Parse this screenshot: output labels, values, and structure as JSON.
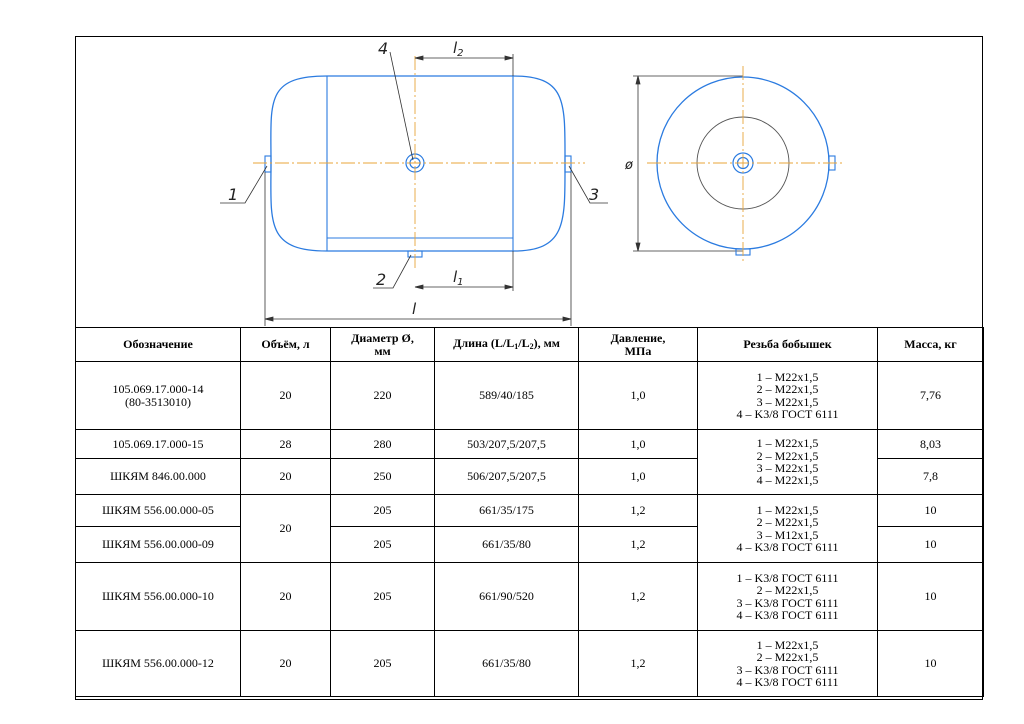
{
  "drawing": {
    "callout_1": "1",
    "callout_2": "2",
    "callout_3": "3",
    "callout_4": "4",
    "dim_l": "l",
    "dim_l1": "l",
    "dim_l1_sub": "1",
    "dim_l2": "l",
    "dim_l2_sub": "2",
    "dim_diameter": "ø"
  },
  "table": {
    "headers": {
      "designation": "Обозначение",
      "volume": "Объём, л",
      "diameter_line1": "Диаметр Ø,",
      "diameter_line2": "мм",
      "length_prefix": "Длина (L/L",
      "length_sub1": "1",
      "length_mid": "/L",
      "length_sub2": "2",
      "length_suffix": "), мм",
      "pressure_line1": "Давление,",
      "pressure_line2": "МПа",
      "thread": "Резьба бобышек",
      "mass": "Масса, кг"
    },
    "rows": [
      {
        "designation": [
          "105.069.17.000-14",
          "(80-3513010)"
        ],
        "volume": "20",
        "diameter": "220",
        "length": "589/40/185",
        "pressure": "1,0",
        "thread": [
          "1 – M22x1,5",
          "2 – M22x1,5",
          "3 – M22x1,5",
          "4 – K3/8 ГОСТ 6111"
        ],
        "mass": "7,76"
      },
      {
        "designation": [
          "105.069.17.000-15"
        ],
        "volume": "28",
        "diameter": "280",
        "length": "503/207,5/207,5",
        "pressure": "1,0",
        "thread": [
          "1 – M22x1,5",
          "2 – M22x1,5",
          "3 – M22x1,5",
          "4 – M22x1,5"
        ],
        "mass": "8,03"
      },
      {
        "designation": [
          "ШКЯМ 846.00.000"
        ],
        "volume": "20",
        "diameter": "250",
        "length": "506/207,5/207,5",
        "pressure": "1,0",
        "mass": "7,8"
      },
      {
        "designation": [
          "ШКЯМ 556.00.000-05"
        ],
        "volume": "20",
        "diameter": "205",
        "length": "661/35/175",
        "pressure": "1,2",
        "thread": [
          "1 – M22x1,5",
          "2 – M22x1,5",
          "3 – M12x1,5",
          "4 – K3/8 ГОСТ 6111"
        ],
        "mass": "10"
      },
      {
        "designation": [
          "ШКЯМ 556.00.000-09"
        ],
        "diameter": "205",
        "length": "661/35/80",
        "pressure": "1,2",
        "mass": "10"
      },
      {
        "designation": [
          "ШКЯМ 556.00.000-10"
        ],
        "volume": "20",
        "diameter": "205",
        "length": "661/90/520",
        "pressure": "1,2",
        "thread": [
          "1 – K3/8 ГОСТ 6111",
          "2 – M22x1,5",
          "3 – K3/8 ГОСТ 6111",
          "4 – K3/8 ГОСТ 6111"
        ],
        "mass": "10"
      },
      {
        "designation": [
          "ШКЯМ 556.00.000-12"
        ],
        "volume": "20",
        "diameter": "205",
        "length": "661/35/80",
        "pressure": "1,2",
        "thread": [
          "1 – M22x1,5",
          "2 – M22x1,5",
          "3 – K3/8 ГОСТ 6111",
          "4 – K3/8 ГОСТ 6111"
        ],
        "mass": "10"
      }
    ]
  }
}
